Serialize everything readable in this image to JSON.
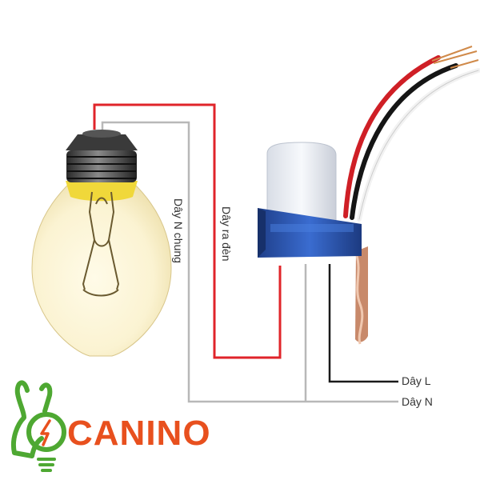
{
  "labels": {
    "neutral_common": "Dây N chung",
    "lamp_output": "Dây ra đèn",
    "live_wire": "Dây L",
    "neutral_wire": "Dây N"
  },
  "brand": {
    "name": "CANINO"
  },
  "colors": {
    "red_wire": "#e0242a",
    "gray_wire": "#b8b8b8",
    "black_wire": "#1a1a1a",
    "sensor_blue": "#2a5cb8",
    "logo_green": "#4ea832",
    "logo_orange": "#e8501e",
    "bulb_glow": "#fbf4d8"
  },
  "icons": {
    "bulb": "light-bulb-icon",
    "sensor": "photocell-sensor-icon",
    "logo": "canino-logo-icon"
  }
}
